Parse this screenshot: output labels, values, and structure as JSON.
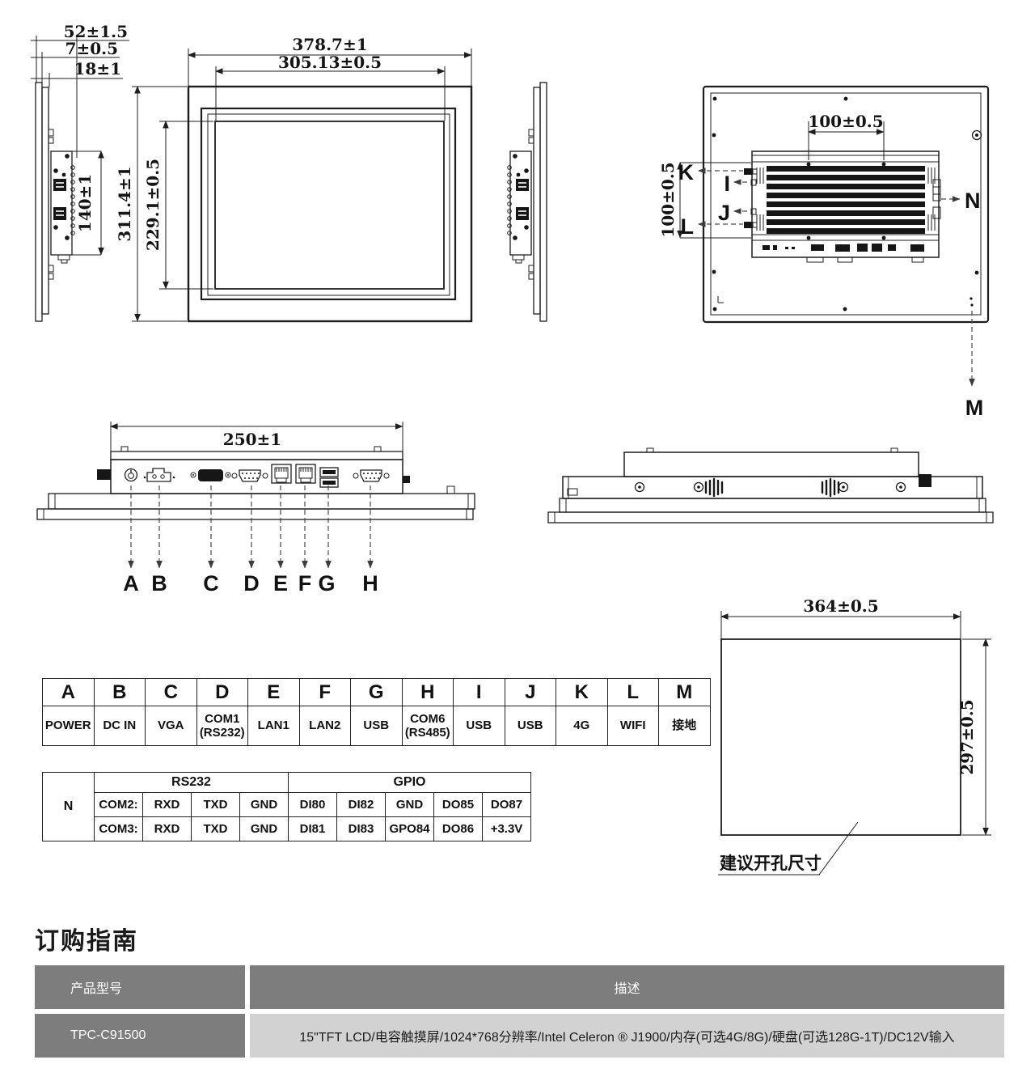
{
  "dims": {
    "side": {
      "total_depth": "52±1.5",
      "glass_depth": "7±0.5",
      "front_depth": "18±1",
      "box_height": "140±1"
    },
    "front": {
      "outer_width": "378.7±1",
      "display_width": "305.13±0.5",
      "outer_height": "311.4±1",
      "display_height": "229.1±0.5"
    },
    "rear": {
      "mount_pitch_h": "100±0.5",
      "mount_pitch_v": "100±0.5"
    },
    "bottom": {
      "body_width": "250±1"
    },
    "cutout": {
      "width": "364±0.5",
      "height": "297±0.5",
      "label": "建议开孔尺寸"
    }
  },
  "callouts": {
    "bottom": [
      "A",
      "B",
      "C",
      "D",
      "E",
      "F",
      "G",
      "H"
    ],
    "rear": {
      "k": "K",
      "i": "I",
      "j": "J",
      "l": "L",
      "n": "N",
      "m": "M"
    }
  },
  "port_table": {
    "columns": [
      {
        "key": "A",
        "label": "POWER"
      },
      {
        "key": "B",
        "label": "DC IN"
      },
      {
        "key": "C",
        "label": "VGA"
      },
      {
        "key": "D",
        "label": "COM1\n(RS232)"
      },
      {
        "key": "E",
        "label": "LAN1"
      },
      {
        "key": "F",
        "label": "LAN2"
      },
      {
        "key": "G",
        "label": "USB"
      },
      {
        "key": "H",
        "label": "COM6\n(RS485)"
      },
      {
        "key": "I",
        "label": "USB"
      },
      {
        "key": "J",
        "label": "USB"
      },
      {
        "key": "K",
        "label": "4G"
      },
      {
        "key": "L",
        "label": "WIFI"
      },
      {
        "key": "M",
        "label": "接地"
      }
    ]
  },
  "io_table": {
    "row_key": "N",
    "group_rs232": "RS232",
    "group_gpio": "GPIO",
    "rows": [
      [
        "COM2:",
        "RXD",
        "TXD",
        "GND",
        "DI80",
        "DI82",
        "GND",
        "DO85",
        "DO87"
      ],
      [
        "COM3:",
        "RXD",
        "TXD",
        "GND",
        "DI81",
        "DI83",
        "GPO84",
        "DO86",
        "+3.3V"
      ]
    ]
  },
  "order_guide": {
    "heading": "订购指南",
    "header": {
      "model": "产品型号",
      "desc": "描述"
    },
    "rows": [
      {
        "model": "TPC-C91500",
        "desc": "15\"TFT LCD/电容触摸屏/1024*768分辨率/Intel Celeron ® J1900/内存(可选4G/8G)/硬盘(可选128G-1T)/DC12V输入"
      }
    ]
  },
  "colors": {
    "line": "#1d1d1d",
    "header_bg": "#7d7d7d",
    "row_bg": "#d2d2d2",
    "header_text": "#ffffff"
  }
}
